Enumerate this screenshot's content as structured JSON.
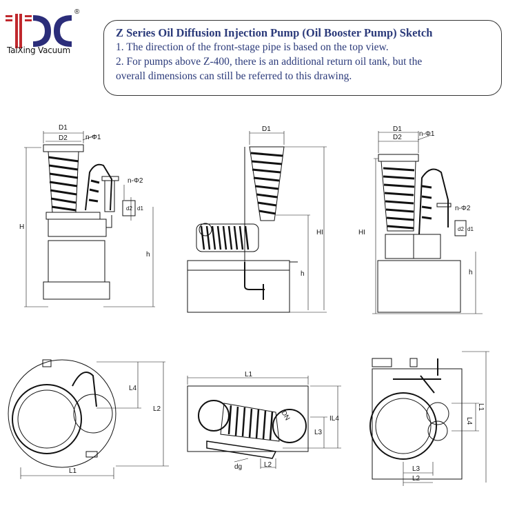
{
  "brand": {
    "name": "TaiXing Vacuum",
    "logo_letters": "TXC",
    "registered": "®",
    "colors": {
      "red": "#c0282d",
      "navy": "#2b2d7a"
    }
  },
  "note": {
    "title": "Z Series Oil Diffusion Injection Pump (Oil Booster Pump) Sketch",
    "lines": [
      "1. The direction of the front-stage pipe is based on the top view.",
      "2. For pumps above Z-400, there is an additional return oil tank, but the",
      "overall dimensions can still be referred to this drawing."
    ],
    "text_color": "#2b3a7a"
  },
  "views": {
    "front_left": {
      "D1": "D1",
      "D2": "D2",
      "nphi1": "n-Φ1",
      "nphi2": "n-Φ2",
      "d1": "d1",
      "d2": "d2",
      "H": "H",
      "h": "h"
    },
    "side": {
      "D1": "D1",
      "H": "HI",
      "h": "h"
    },
    "front_right": {
      "D1": "D1",
      "D2": "D2",
      "nphi1": "n-Φ1",
      "nphi2": "n-Φ2",
      "d1": "d1",
      "d2": "d2",
      "H": "HI",
      "h": "h"
    },
    "top_left": {
      "L4": "L4",
      "L2": "L2",
      "L1": "L1"
    },
    "top_middle": {
      "L1": "L1",
      "DN": "DN",
      "L4": "IL4",
      "L3": "L3",
      "dg": "dg",
      "L2": "L2"
    },
    "top_right": {
      "L4": "L4",
      "L1": "L1",
      "L3": "L3",
      "L2": "L2"
    }
  }
}
